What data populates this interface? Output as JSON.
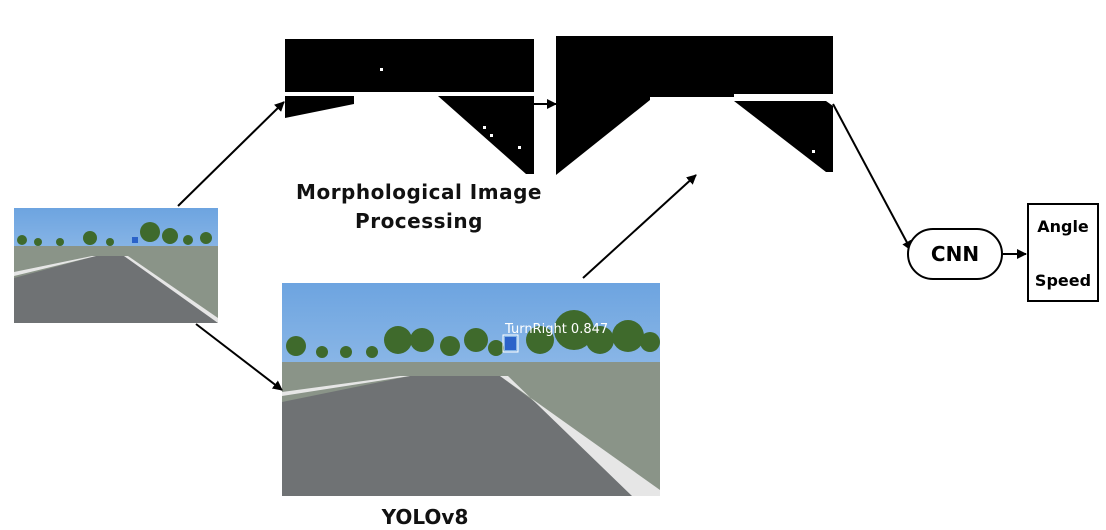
{
  "labels": {
    "morphological": "Morphological Image Processing",
    "yolo": "YOLOv8",
    "cnn": "CNN",
    "angle": "Angle",
    "speed": "Speed",
    "detection": "TurnRight 0.847"
  },
  "colors": {
    "sky": "#7fb0e6",
    "road": "#6f7274",
    "grass": "#8a9488",
    "tree": "#3f6a2c",
    "mask": "#000000"
  }
}
